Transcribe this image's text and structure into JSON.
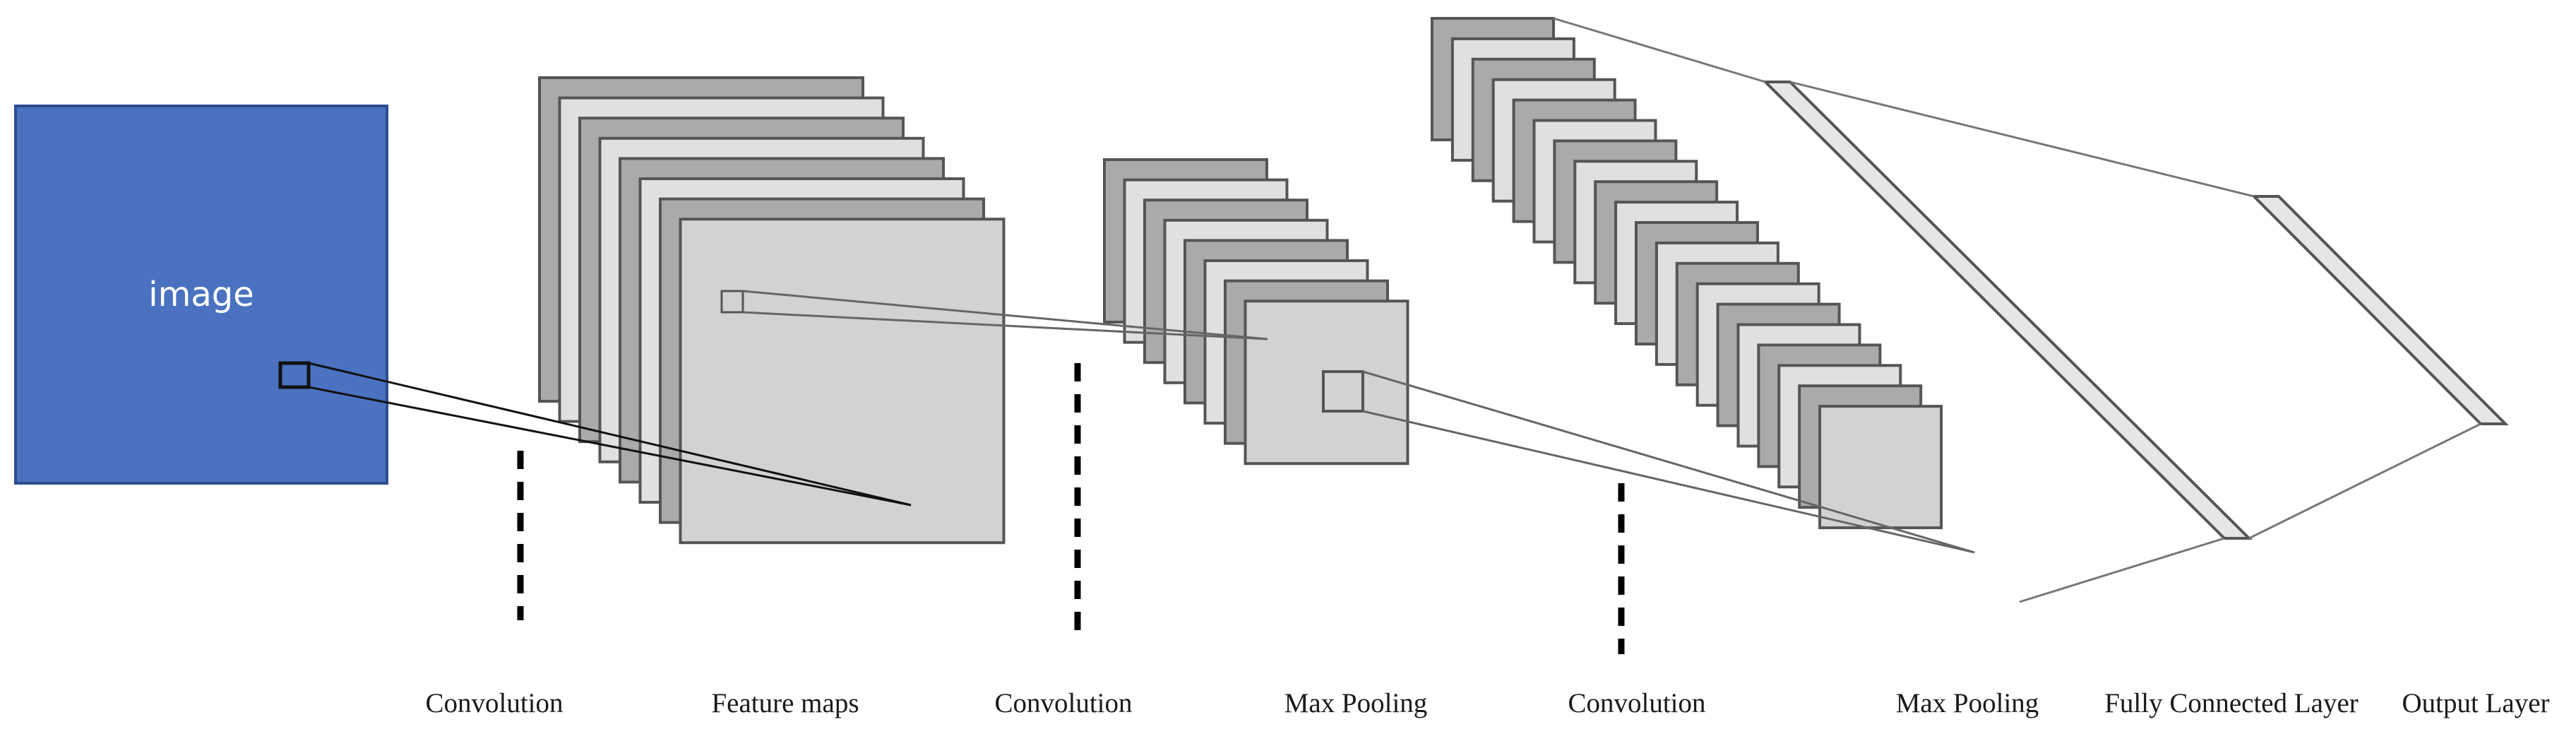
{
  "image": {
    "text": "image",
    "fill": "#4a72c0",
    "stroke": "#2c4d8e"
  },
  "labels": {
    "conv1": "Convolution",
    "feature_maps": "Feature maps",
    "conv2": "Convolution",
    "pool1": "Max Pooling",
    "conv3": "Convolution",
    "pool2": "Max Pooling",
    "fc": "Fully Connected Layer",
    "output": "Output Layer"
  },
  "colors": {
    "map_dark": "#aaaaaa",
    "map_light": "#e0e0e0",
    "map_front": "#d2d2d2",
    "map_stroke": "#555555",
    "line": "#666666",
    "dash": "#000000"
  }
}
